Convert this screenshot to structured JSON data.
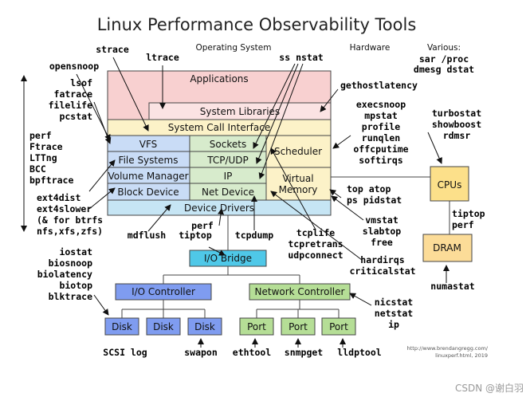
{
  "title": "Linux Performance Observability Tools",
  "headers": {
    "os": "Operating System",
    "hardware": "Hardware",
    "various": "Various:"
  },
  "layers": {
    "applications": "Applications",
    "system_libraries": "System Libraries",
    "syscall_interface": "System Call Interface",
    "vfs": "VFS",
    "sockets": "Sockets",
    "scheduler": "Scheduler",
    "file_systems": "File Systems",
    "tcp_udp": "TCP/UDP",
    "volume_manager": "Volume Manager",
    "ip": "IP",
    "virtual": "Virtual",
    "memory": "Memory",
    "block_device": "Block Device",
    "net_device": "Net Device",
    "device_drivers": "Device Drivers"
  },
  "hardware": {
    "cpus": "CPUs",
    "dram": "DRAM",
    "io_bridge": "I/O Bridge",
    "io_controller": "I/O Controller",
    "network_controller": "Network Controller",
    "disks": [
      "Disk",
      "Disk",
      "Disk"
    ],
    "ports": [
      "Port",
      "Port",
      "Port"
    ]
  },
  "tools": {
    "strace": "strace",
    "ltrace": "ltrace",
    "ss_nstat": "ss  nstat",
    "opensnoop": "opensnoop",
    "left_fs_tools": [
      "lsof",
      "fatrace",
      "filelife",
      "pcstat"
    ],
    "left_tracers": [
      "perf",
      "Ftrace",
      "LTTng",
      "BCC",
      "bpftrace"
    ],
    "left_ext4": [
      "ext4dist",
      "ext4slower",
      "(& for btrfs",
      "nfs,xfs,zfs)"
    ],
    "left_block": [
      "iostat",
      "biosnoop",
      "biolatency",
      "biotop",
      "blktrace"
    ],
    "gethostlatency": "gethostlatency",
    "sched_tools": [
      "execsnoop",
      "mpstat",
      "profile",
      "runqlen",
      "offcputime",
      "softirqs"
    ],
    "cpu_tools": [
      "turbostat",
      "showboost",
      "rdmsr"
    ],
    "various_tools": [
      "sar /proc",
      "dmesg dstat"
    ],
    "mem_tools": [
      "top atop",
      "ps pidstat"
    ],
    "vm_tools": [
      "vmstat",
      "slabtop",
      "free"
    ],
    "dram_tools": [
      "tiptop",
      "perf"
    ],
    "numastat": "numastat",
    "tcp_tools": [
      "tcplife",
      "tcpretrans",
      "udpconnect"
    ],
    "irq_tools": [
      "hardirqs",
      "criticalstat"
    ],
    "mdflush": "mdflush",
    "perf_tiptop": [
      "perf",
      "tiptop"
    ],
    "tcpdump": "tcpdump",
    "nic_tools": [
      "nicstat",
      "netstat",
      "ip"
    ],
    "scsi_log": "SCSI log",
    "swapon": "swapon",
    "ethtool": "ethtool",
    "snmpget": "snmpget",
    "lldptool": "lldptool"
  },
  "credit": [
    "http://www.brendangregg.com/",
    "linuxperf.html, 2019"
  ],
  "watermark": "CSDN @谢白羽",
  "colors": {
    "app": "#f8d0d0",
    "lib": "#fbe3e3",
    "syscall": "#fcf2c8",
    "blue": "#c9dcf6",
    "green": "#d7ebcc",
    "yellow": "#fcf2c8",
    "drivers": "#c6e5f4",
    "bridge": "#4fc8e8",
    "ioctl": "#7f9cf0",
    "netctl": "#b5de96",
    "disk": "#7f9cf0",
    "port": "#b5de96",
    "dram": "#fcdc98",
    "cpu": "#fce08a"
  }
}
